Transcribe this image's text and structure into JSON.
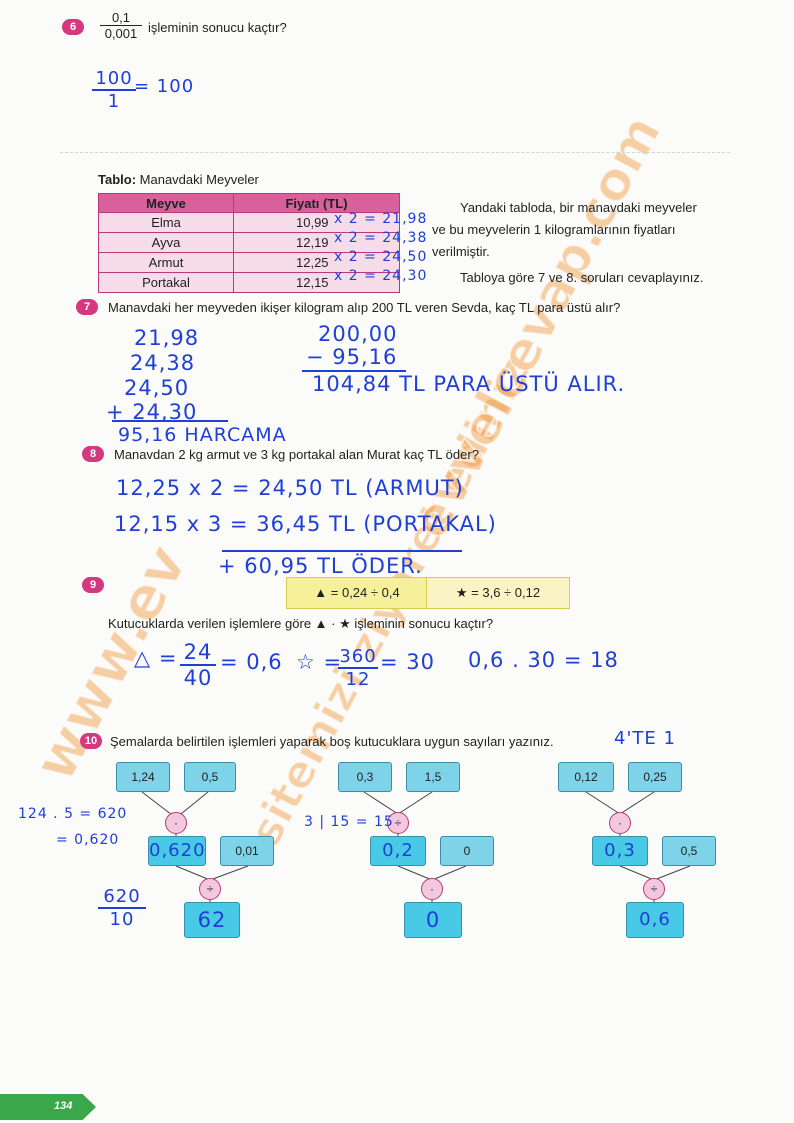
{
  "q6": {
    "num": "6",
    "frac_num": "0,1",
    "frac_den": "0,001",
    "text": "işleminin sonucu kaçtır?",
    "hw_frac_num": "100",
    "hw_frac_den": "1",
    "hw_result": "= 100"
  },
  "table": {
    "title_bold": "Tablo:",
    "title_rest": "Manavdaki Meyveler",
    "headers": [
      "Meyve",
      "Fiyatı (TL)"
    ],
    "rows": [
      {
        "fruit": "Elma",
        "price": "10,99",
        "hw": "x 2 = 21,98"
      },
      {
        "fruit": "Ayva",
        "price": "12,19",
        "hw": "x 2 = 24,38"
      },
      {
        "fruit": "Armut",
        "price": "12,25",
        "hw": "x 2 = 24,50"
      },
      {
        "fruit": "Portakal",
        "price": "12,15",
        "hw": "x 2 = 24,30"
      }
    ],
    "side_text_1": "Yandaki tabloda, bir manavdaki meyveler",
    "side_text_2": "ve bu meyvelerin 1 kilogramlarının fiyatları",
    "side_text_3": "verilmiştir.",
    "side_text_4": "Tabloya göre 7 ve 8. soruları cevaplayınız."
  },
  "q7": {
    "num": "7",
    "text": "Manavdaki her meyveden ikişer kilogram alıp 200 TL veren Sevda, kaç TL para üstü alır?",
    "hw_add": [
      "21,98",
      "24,38",
      "24,50",
      "+ 24,30",
      "95,16 HARCAMA"
    ],
    "hw_sub": [
      "200,00",
      "− 95,16",
      "104,84 TL PARA ÜSTÜ ALIR."
    ]
  },
  "q8": {
    "num": "8",
    "text": "Manavdan 2 kg armut ve 3 kg portakal alan Murat kaç TL öder?",
    "hw_line1": "12,25 x 2 = 24,50 TL (ARMUT)",
    "hw_line2": "12,15 x 3 = 36,45 TL (PORTAKAL)",
    "hw_line3": "+ 60,95 TL ÖDER."
  },
  "q9": {
    "num": "9",
    "box1": "▲ = 0,24 ÷ 0,4",
    "box2": "★ = 3,6 ÷ 0,12",
    "text": "Kutucuklarda verilen işlemlere göre ▲ · ★ işleminin sonucu kaçtır?",
    "hw_tri": "△ =",
    "hw_tri_num": "24",
    "hw_tri_den": "40",
    "hw_tri_res": "= 0,6",
    "hw_star": "☆ =",
    "hw_star_num": "360",
    "hw_star_den": "12",
    "hw_star_res": "= 30",
    "hw_final": "0,6 . 30 = 18"
  },
  "q10": {
    "num": "10",
    "text": "Şemalarda belirtilen işlemleri yaparak boş kutucuklara uygun sayıları yazınız.",
    "hw_note": "4'TE 1",
    "d1": {
      "a": "1,24",
      "b": "0,5",
      "op1": "·",
      "mid": "0,620",
      "c": "0,01",
      "op2": "÷",
      "res": "62"
    },
    "d2": {
      "a": "0,3",
      "b": "1,5",
      "op1": "÷",
      "mid": "0,2",
      "c": "0",
      "op2": "·",
      "res": "0"
    },
    "d3": {
      "a": "0,12",
      "b": "0,25",
      "op1": "·",
      "mid": "0,3",
      "c": "0,5",
      "op2": "÷",
      "res": "0,6"
    },
    "hw_side1": "124 . 5 = 620",
    "hw_side2": "= 0,620",
    "hw_side3_num": "620",
    "hw_side3_den": "10",
    "hw_d2": "3 | 15 = 15"
  },
  "footer": {
    "page": "134"
  },
  "watermarks": [
    "www.ev",
    "sitemizi ziyaret ediniz",
    "evvelcevap.com"
  ]
}
